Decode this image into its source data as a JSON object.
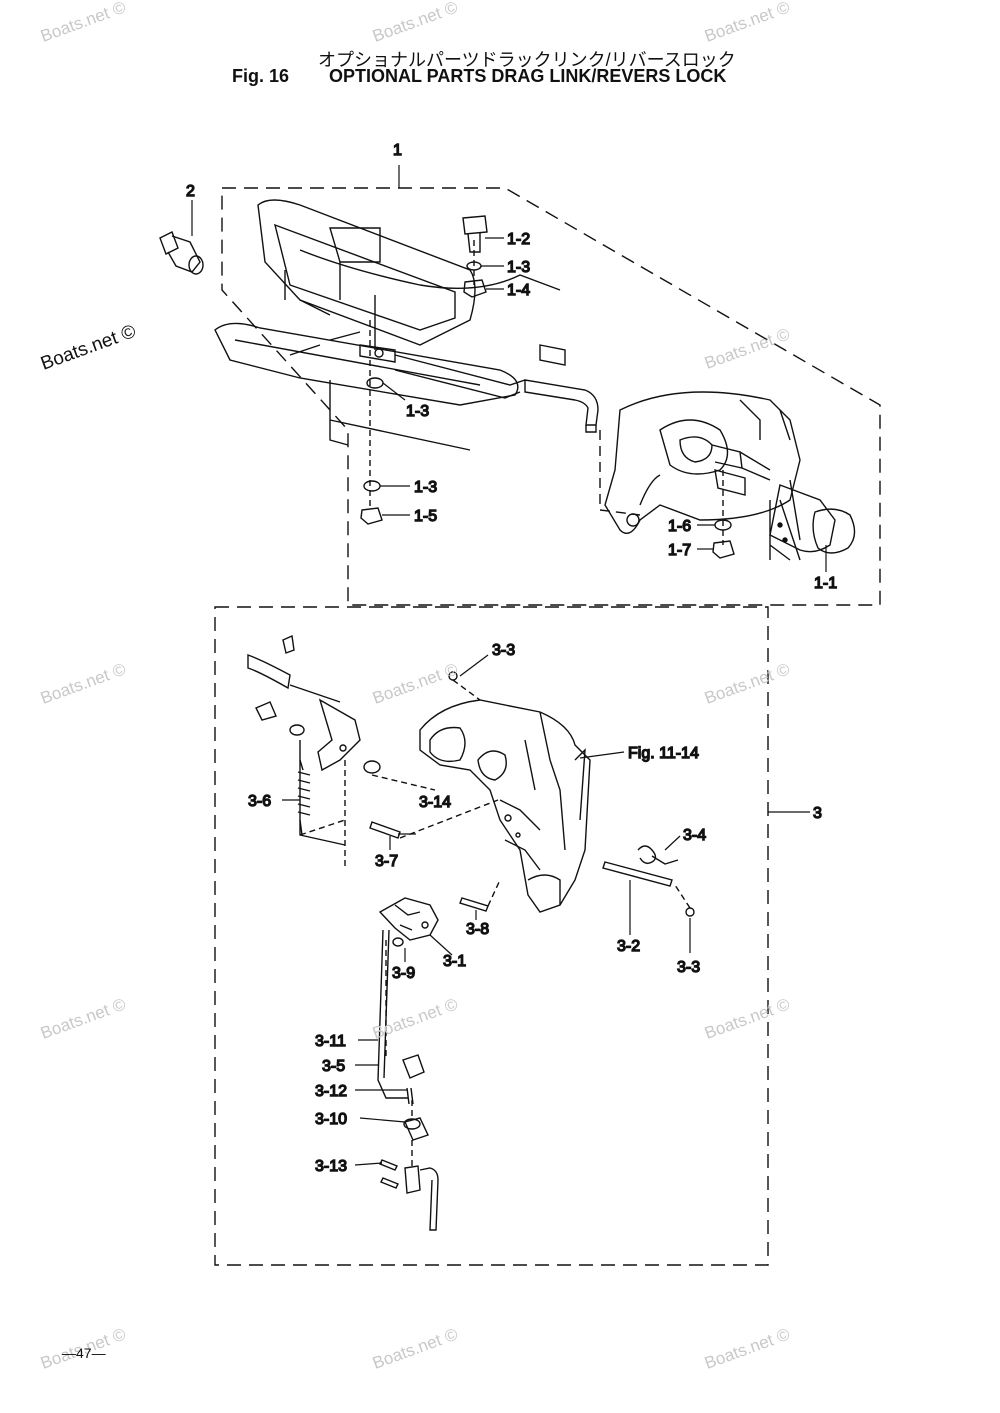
{
  "header": {
    "fig_label": "Fig. 16",
    "title_jp": "オプショナルパーツドラックリンク/リバースロック",
    "title_en": "OPTIONAL PARTS DRAG LINK/REVERS LOCK"
  },
  "callouts": {
    "c1": "1",
    "c2": "2",
    "c3": "3",
    "c1_1": "1-1",
    "c1_2": "1-2",
    "c1_3a": "1-3",
    "c1_3b": "1-3",
    "c1_3c": "1-3",
    "c1_4": "1-4",
    "c1_5": "1-5",
    "c1_6": "1-6",
    "c1_7": "1-7",
    "c3_1": "3-1",
    "c3_2": "3-2",
    "c3_3a": "3-3",
    "c3_3b": "3-3",
    "c3_4": "3-4",
    "c3_5": "3-5",
    "c3_6": "3-6",
    "c3_7": "3-7",
    "c3_8": "3-8",
    "c3_9": "3-9",
    "c3_10": "3-10",
    "c3_11": "3-11",
    "c3_12": "3-12",
    "c3_13": "3-13",
    "c3_14": "3-14",
    "fig_ref": "Fig. 11-14"
  },
  "watermark": "Boats.net ©",
  "page_number": "—47—"
}
